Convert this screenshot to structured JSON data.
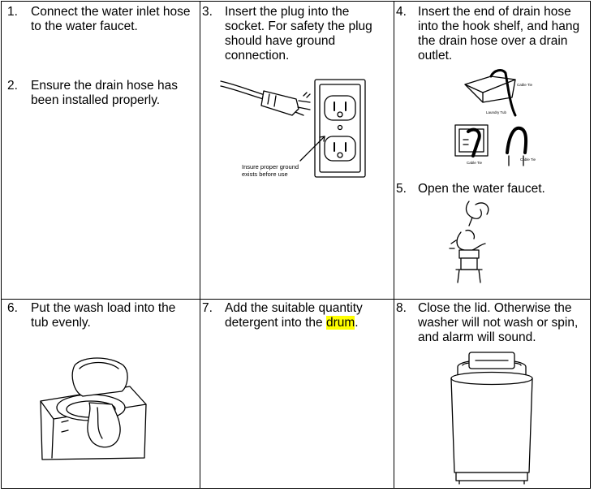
{
  "steps": [
    {
      "num": "1.",
      "lines": [
        "Connect the water inlet hose",
        "to the water faucet."
      ]
    },
    {
      "num": "2.",
      "lines": [
        "Ensure the drain hose has",
        "been installed properly."
      ]
    },
    {
      "num": "3.",
      "lines": [
        "Insert the plug into the",
        "socket. For safety the plug",
        "should have ground",
        "connection."
      ]
    },
    {
      "num": "4.",
      "lines": [
        "Insert the end of drain hose",
        "into the hook shelf, and hang",
        "the drain hose over a drain",
        "outlet."
      ]
    },
    {
      "num": "5.",
      "lines": [
        "Open the water faucet."
      ]
    },
    {
      "num": "6.",
      "lines": [
        "Put the wash load into the",
        "tub evenly."
      ]
    },
    {
      "num": "7.",
      "line1": "Add the suitable quantity",
      "line2_before": "detergent into the ",
      "line2_highlight": "drum",
      "line2_after": "."
    },
    {
      "num": "8.",
      "lines": [
        "Close the lid. Otherwise the",
        "washer will not wash or spin,",
        "and alarm will sound."
      ]
    }
  ],
  "illustrations": {
    "plug_caption": [
      "Insure proper ground",
      "exists before use"
    ],
    "hook_caption": "Laundry Tub",
    "cable_tie_1": "Cable Tie",
    "cable_tie_2": "Cable Tie",
    "cable_tie_3": "Cable Tie"
  },
  "colors": {
    "highlight": "#ffff00",
    "ink": "#000000"
  }
}
